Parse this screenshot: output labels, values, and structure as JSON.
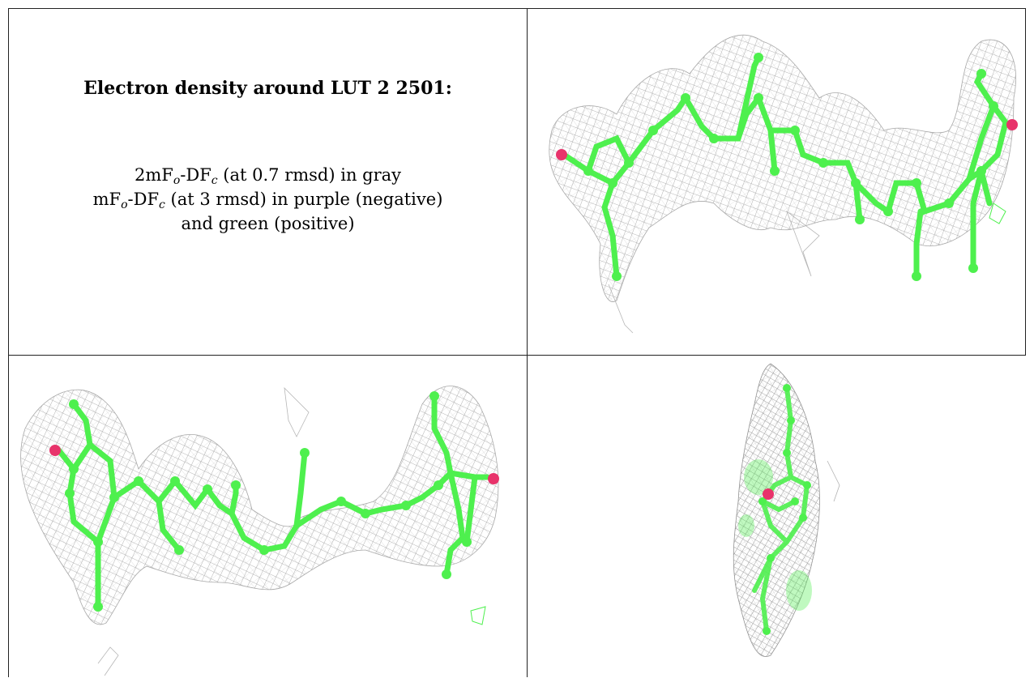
{
  "caption": {
    "title": "Electron density around LUT 2 2501:",
    "line1": {
      "a": "2mF",
      "a_sub": "o",
      "b": "-DF",
      "b_sub": "c",
      "c": " (at 0.7 rmsd) in gray"
    },
    "line2": {
      "a": "mF",
      "a_sub": "o",
      "b": "-DF",
      "b_sub": "c",
      "c": " (at 3 rmsd) in purple (negative)"
    },
    "line3": "and green (positive)"
  },
  "views": [
    {
      "name": "view-1",
      "description_color": "#3cf03c"
    },
    {
      "name": "view-2"
    },
    {
      "name": "view-3"
    }
  ],
  "colors": {
    "mesh": "#8c8c8c",
    "carbon": "#4ef04e",
    "oxygen": "#e8336b",
    "border": "#222222"
  }
}
